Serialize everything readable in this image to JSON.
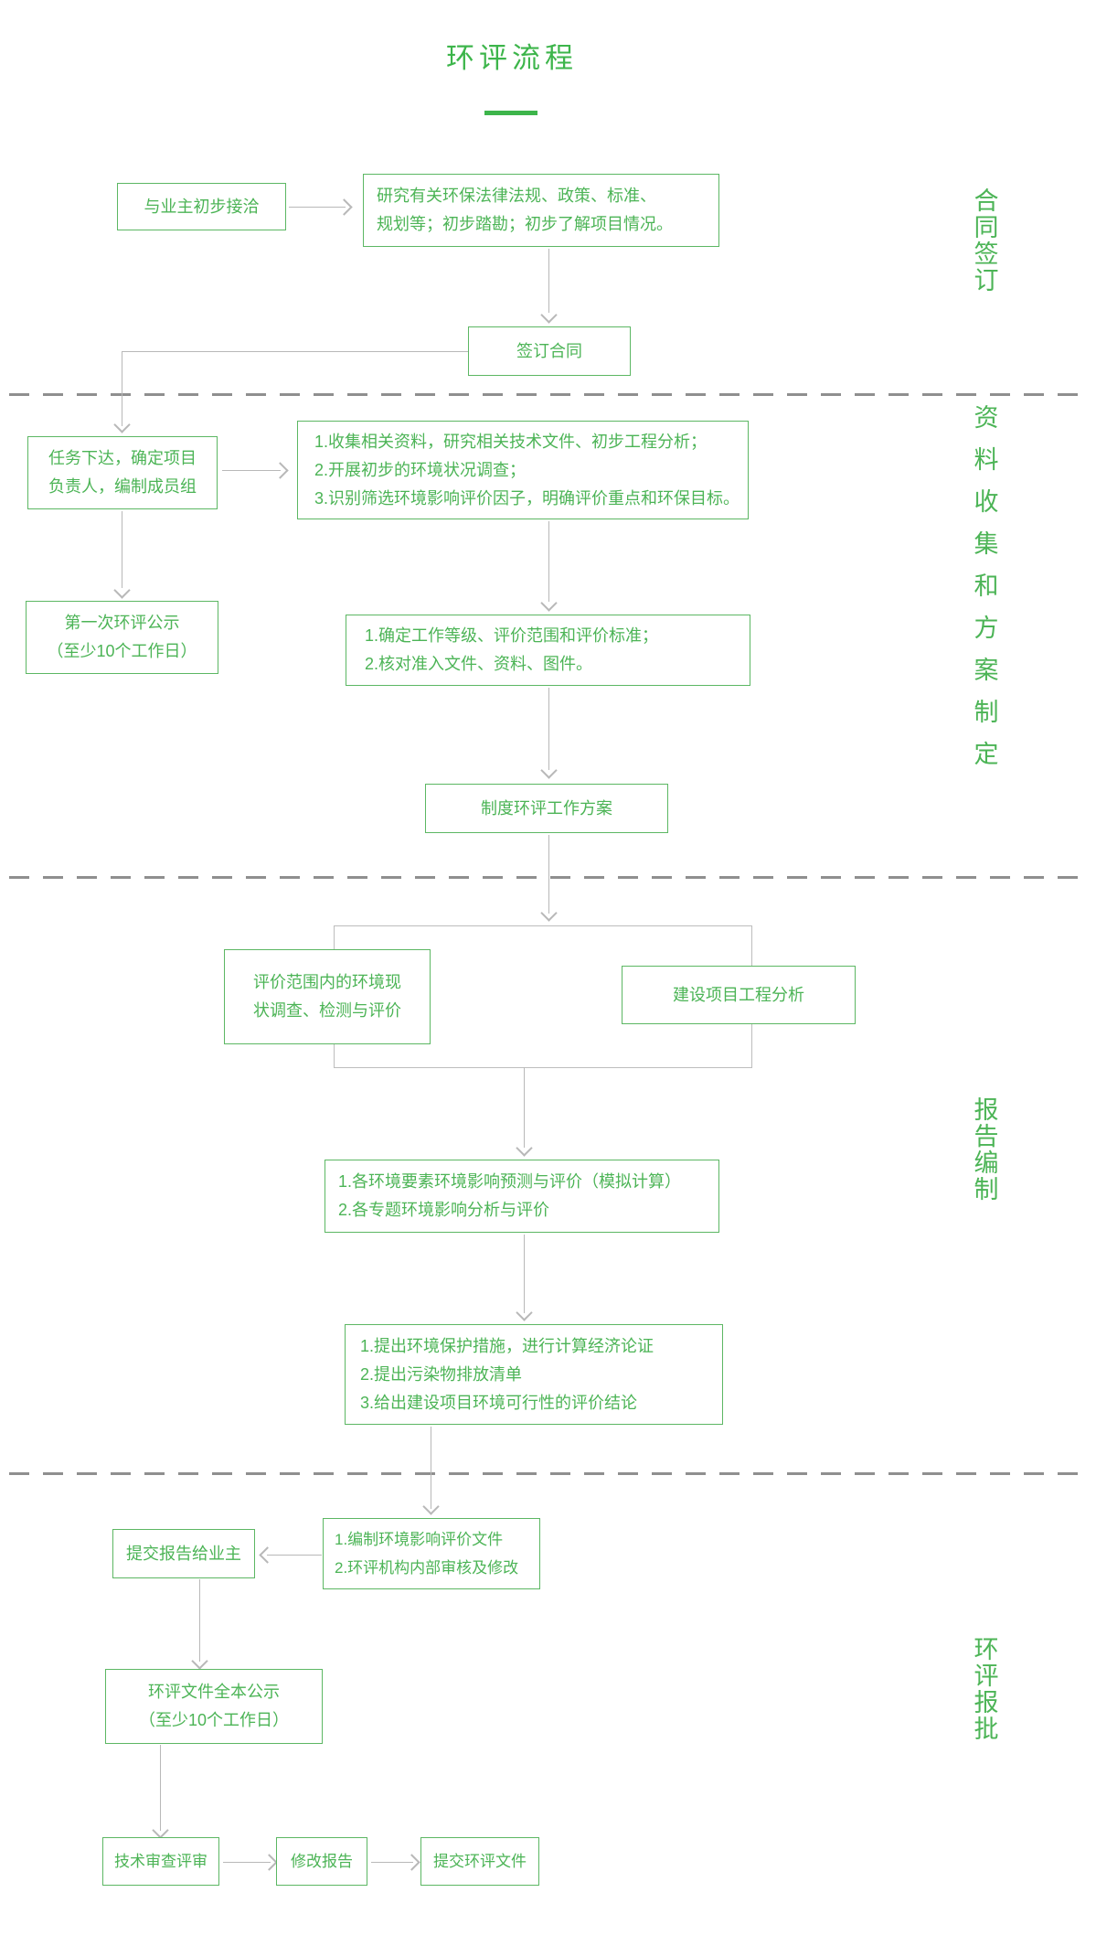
{
  "title": "环评流程",
  "sections": [
    {
      "label": "合同签订"
    },
    {
      "label": "资料收集和方案制定"
    },
    {
      "label": "报告编制"
    },
    {
      "label": "环评报批"
    }
  ],
  "nodes": {
    "initial_contact": {
      "text": "与业主初步接洽"
    },
    "research": {
      "lines": [
        "研究有关环保法律法规、政策、标准、",
        "规划等；初步踏勘；初步了解项目情况。"
      ]
    },
    "sign_contract": {
      "text": "签订合同"
    },
    "task_assign": {
      "lines": [
        "任务下达，确定项目",
        "负责人，编制成员组"
      ]
    },
    "collect_data": {
      "lines": [
        "1.收集相关资料，研究相关技术文件、初步工程分析；",
        "2.开展初步的环境状况调查；",
        "3.识别筛选环境影响评价因子，明确评价重点和环保目标。"
      ]
    },
    "first_publicity": {
      "lines": [
        "第一次环评公示",
        "（至少10个工作日）"
      ]
    },
    "determine_level": {
      "lines": [
        "1.确定工作等级、评价范围和评价标准；",
        "2.核对准入文件、资料、图件。"
      ]
    },
    "work_plan": {
      "text": "制度环评工作方案"
    },
    "env_survey": {
      "lines": [
        "评价范围内的环境现",
        "状调查、检测与评价"
      ]
    },
    "project_analysis": {
      "text": "建设项目工程分析"
    },
    "impact_prediction": {
      "lines": [
        "1.各环境要素环境影响预测与评价（模拟计算）",
        "2.各专题环境影响分析与评价"
      ]
    },
    "protection_measures": {
      "lines": [
        "1.提出环境保护措施，进行计算经济论证",
        "2.提出污染物排放清单",
        "3.给出建设项目环境可行性的评价结论"
      ]
    },
    "compile_report": {
      "lines": [
        "1.编制环境影响评价文件",
        "2.环评机构内部审核及修改"
      ]
    },
    "submit_to_owner": {
      "text": "提交报告给业主"
    },
    "full_publicity": {
      "lines": [
        "环评文件全本公示",
        "（至少10个工作日）"
      ]
    },
    "tech_review": {
      "text": "技术审查评审"
    },
    "revise_report": {
      "text": "修改报告"
    },
    "submit_eia": {
      "text": "提交环评文件"
    }
  },
  "colors": {
    "accent_green": "#4cb456",
    "title_green": "#3db54b",
    "connector_gray": "#b8b8b8",
    "divider_gray": "#8f8f8f"
  }
}
